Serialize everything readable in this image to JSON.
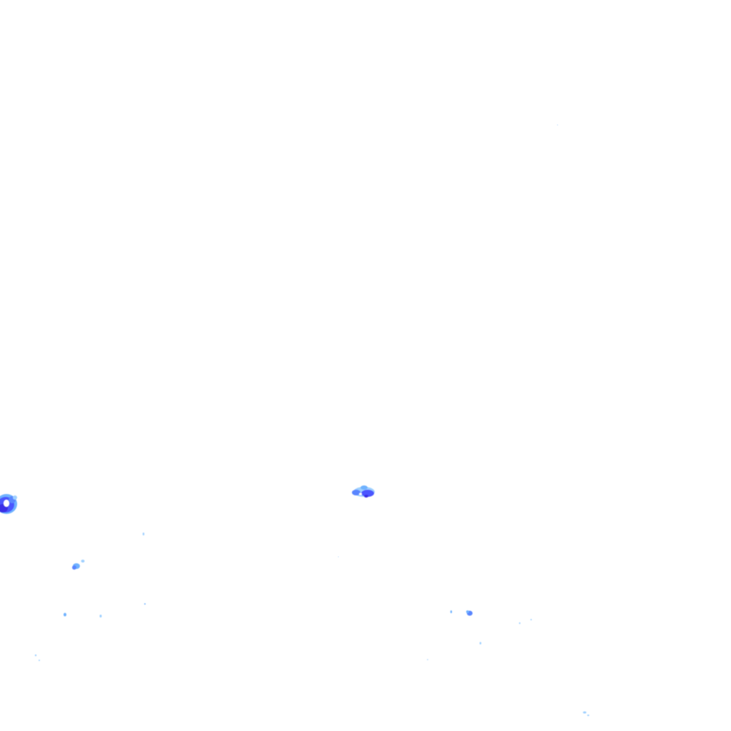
{
  "layer": {
    "kind": "precipitation-radar-overlay",
    "background": "#ffffff",
    "palette": {
      "light": "#9fd0ff",
      "light_mid": "#6fb2ff",
      "mid": "#5a86ff",
      "strong": "#4b56ff",
      "core": "#3a2ee6"
    },
    "echoes": [
      "echo-cluster-west-edge",
      "echo-cluster-central",
      "echo-cluster-southwest",
      "echo-cluster-southeast",
      "echo-specks"
    ]
  }
}
